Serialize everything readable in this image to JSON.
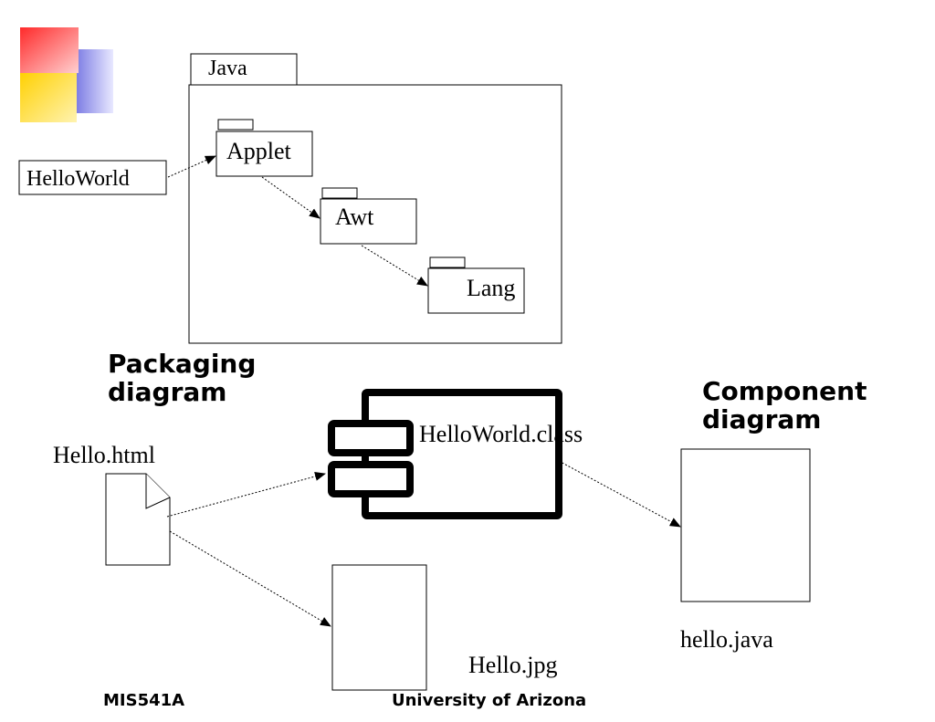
{
  "packaging": {
    "outer_package": "Java",
    "class_box": "HelloWorld",
    "packages": [
      "Applet",
      "Awt",
      "Lang"
    ],
    "caption_line1": "Packaging",
    "caption_line2": "diagram"
  },
  "component": {
    "component_name": "HelloWorld.class",
    "html_file": "Hello.html",
    "image_file": "Hello.jpg",
    "java_file": "hello.java",
    "caption_line1": "Component",
    "caption_line2": "diagram"
  },
  "footer": {
    "left": "MIS541A",
    "center": "University of Arizona"
  },
  "colors": {
    "logo_red": "#ff3b3b",
    "logo_blue": "#3b3bd6",
    "logo_yellow": "#ffd400",
    "line": "#000000"
  }
}
